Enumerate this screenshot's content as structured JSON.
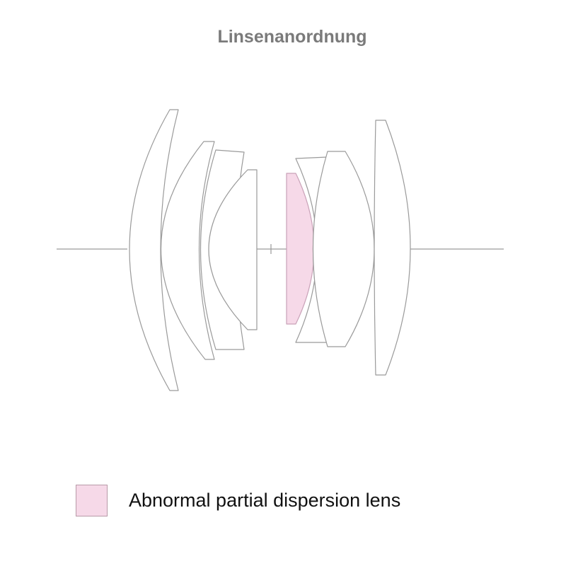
{
  "title": "Linsenanordnung",
  "colors": {
    "lens_outline": "#9a9a9a",
    "special_lens_fill": "#f6d9e8",
    "special_lens_outline": "#c9a2b8",
    "title_color": "#7a7a7a"
  },
  "diagram": {
    "lens_count": 8,
    "highlighted_lens": "element 5 (abnormal partial dispersion)"
  },
  "legend": {
    "items": [
      {
        "label": "Abnormal partial dispersion lens",
        "color": "#f6d9e8"
      }
    ]
  }
}
